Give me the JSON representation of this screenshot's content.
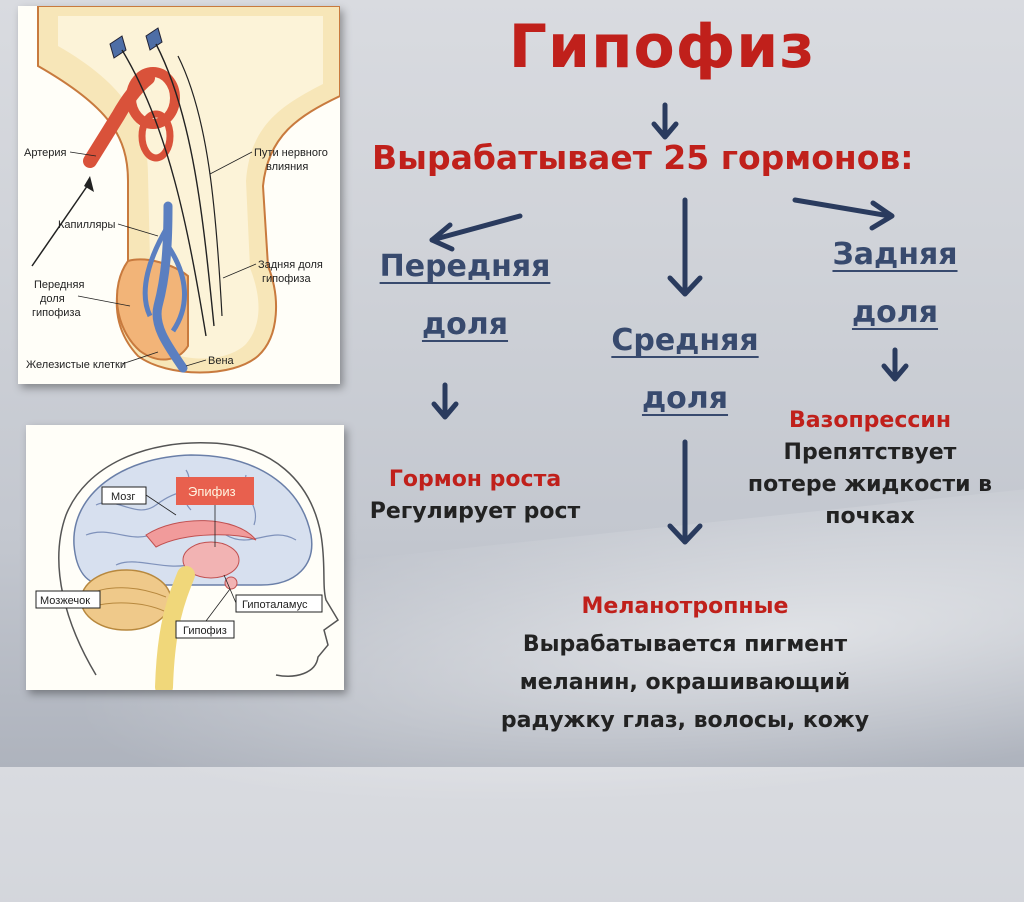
{
  "title": "Гипофиз",
  "subtitle": "Вырабатывает 25 гормонов:",
  "lobes": {
    "anterior": {
      "line1": "Передняя",
      "line2": "доля",
      "hormone": "Гормон роста",
      "effect": "Регулирует рост"
    },
    "middle": {
      "line1": "Средняя",
      "line2": "доля",
      "hormone": "Меланотропные",
      "effect_lines": [
        "Вырабатывается пигмент",
        "меланин, окрашивающий",
        "радужку глаз, волосы, кожу"
      ]
    },
    "posterior": {
      "line1": "Задняя",
      "line2": "доля",
      "hormone": "Вазопрессин",
      "effect_lines": [
        "Препятствует",
        "потере жидкости в",
        "почках"
      ]
    }
  },
  "figure1_labels": {
    "artery": "Артерия",
    "nerve_paths_1": "Пути нервного",
    "nerve_paths_2": "влияния",
    "capillaries": "Капилляры",
    "posterior_lobe_1": "Задняя доля",
    "posterior_lobe_2": "гипофиза",
    "anterior_lobe_1": "Передняя",
    "anterior_lobe_2": "доля",
    "anterior_lobe_3": "гипофиза",
    "glandular_cells": "Железистые клетки",
    "vein": "Вена"
  },
  "figure2_labels": {
    "brain": "Мозг",
    "epiphysis": "Эпифиз",
    "cerebellum": "Мозжечок",
    "hypothalamus": "Гипоталамус",
    "pituitary": "Гипофиз"
  },
  "colors": {
    "title": "#c0201b",
    "lobe_text": "#384a6e",
    "arrow": "#2a3b5e"
  }
}
